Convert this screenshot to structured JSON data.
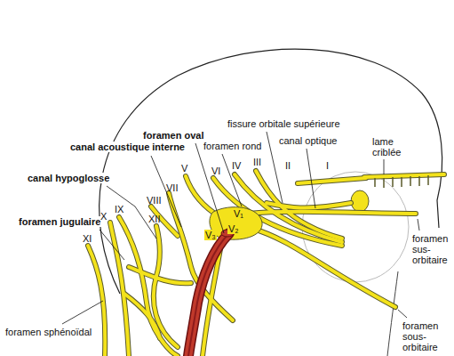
{
  "diagram": {
    "labels": [
      "fissure orbitale supérieure",
      "foramen oval",
      "canal acoustique interne",
      "foramen rond",
      "canal optique",
      "lame criblée",
      "canal hypoglosse",
      "foramen jugulaire",
      "foramen sus-orbitaire",
      "foramen sous-orbitaire",
      "foramen sphénoïdal",
      "I",
      "II",
      "III",
      "IV",
      "V",
      "VI",
      "VII",
      "VIII",
      "IX",
      "X",
      "XI",
      "XII",
      "V₁",
      "V₂",
      "V₃"
    ]
  }
}
